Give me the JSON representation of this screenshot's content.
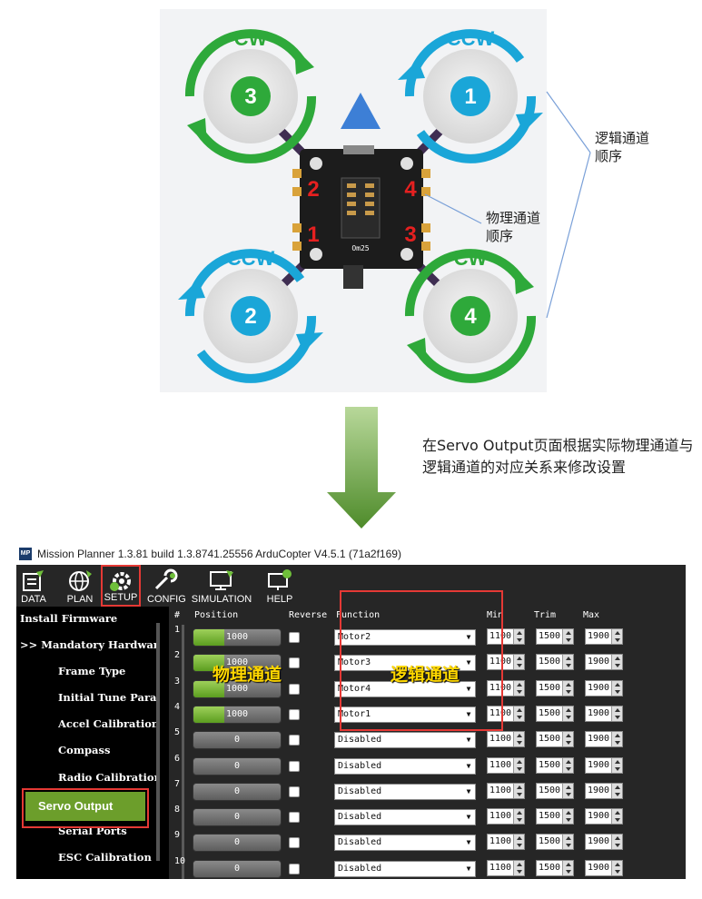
{
  "diagram": {
    "motors": [
      {
        "number": "3",
        "direction": "CW",
        "color": "#2ea93a"
      },
      {
        "number": "1",
        "direction": "CCW",
        "color": "#1aa6d8"
      },
      {
        "number": "2",
        "direction": "CCW",
        "color": "#1aa6d8"
      },
      {
        "number": "4",
        "direction": "CW",
        "color": "#2ea93a"
      }
    ],
    "pads": [
      "2",
      "4",
      "1",
      "3"
    ],
    "board_marks": [
      "Om25"
    ],
    "annot_logical": "逻辑通道\n顺序",
    "annot_physical": "物理通道\n顺序"
  },
  "note": "在Servo Output页面根据实际物理通道与逻辑通道的对应关系来修改设置",
  "window": {
    "title": "Mission Planner 1.3.81 build 1.3.8741.25556 ArduCopter V4.5.1 (71a2f169)",
    "app_icon": "MP",
    "toolbar": [
      "DATA",
      "PLAN",
      "SETUP",
      "CONFIG",
      "SIMULATION",
      "HELP"
    ],
    "sidebar": {
      "items": [
        "Install Firmware",
        ">> Mandatory Hardware",
        "Frame Type",
        "Initial Tune Parameters",
        "Accel Calibration",
        "Compass",
        "Radio Calibration",
        "Servo Output",
        "Serial Ports",
        "ESC Calibration"
      ],
      "active": "Servo Output"
    },
    "table": {
      "headers": {
        "num": "#",
        "position": "Position",
        "reverse": "Reverse",
        "function": "Function",
        "min": "Min",
        "trim": "Trim",
        "max": "Max"
      },
      "rows": [
        {
          "n": "1",
          "position": "1000",
          "position_fill": 0.35,
          "function": "Motor2",
          "min": "1100",
          "trim": "1500",
          "max": "1900"
        },
        {
          "n": "2",
          "position": "1000",
          "position_fill": 0.35,
          "function": "Motor3",
          "min": "1100",
          "trim": "1500",
          "max": "1900"
        },
        {
          "n": "3",
          "position": "1000",
          "position_fill": 0.35,
          "function": "Motor4",
          "min": "1100",
          "trim": "1500",
          "max": "1900"
        },
        {
          "n": "4",
          "position": "1000",
          "position_fill": 0.35,
          "function": "Motor1",
          "min": "1100",
          "trim": "1500",
          "max": "1900"
        },
        {
          "n": "5",
          "position": "0",
          "position_fill": 0,
          "function": "Disabled",
          "min": "1100",
          "trim": "1500",
          "max": "1900"
        },
        {
          "n": "6",
          "position": "0",
          "position_fill": 0,
          "function": "Disabled",
          "min": "1100",
          "trim": "1500",
          "max": "1900"
        },
        {
          "n": "7",
          "position": "0",
          "position_fill": 0,
          "function": "Disabled",
          "min": "1100",
          "trim": "1500",
          "max": "1900"
        },
        {
          "n": "8",
          "position": "0",
          "position_fill": 0,
          "function": "Disabled",
          "min": "1100",
          "trim": "1500",
          "max": "1900"
        },
        {
          "n": "9",
          "position": "0",
          "position_fill": 0,
          "function": "Disabled",
          "min": "1100",
          "trim": "1500",
          "max": "1900"
        },
        {
          "n": "10",
          "position": "0",
          "position_fill": 0,
          "function": "Disabled",
          "min": "1100",
          "trim": "1500",
          "max": "1900"
        }
      ]
    },
    "overlay_physical": "物理通道",
    "overlay_logical": "逻辑通道"
  }
}
